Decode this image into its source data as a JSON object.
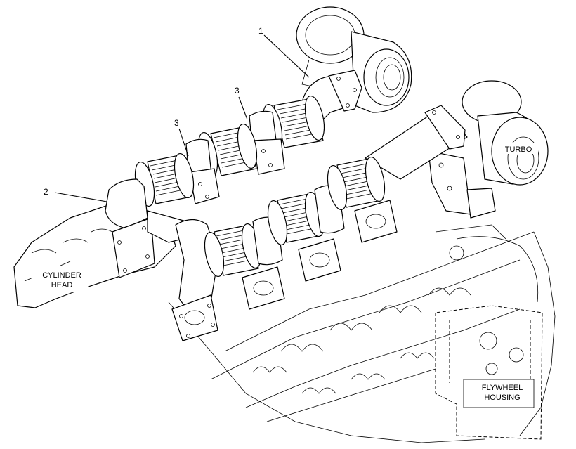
{
  "labels": {
    "callout_1": "1",
    "callout_2": "2",
    "callout_3a": "3",
    "callout_3b": "3",
    "turbo": "TURBO",
    "cylinder_line1": "CYLINDER",
    "cylinder_line2": "HEAD",
    "flywheel_line1": "FLYWHEEL",
    "flywheel_line2": "HOUSING"
  },
  "icons": {
    "bellows": "bellows-icon",
    "turbocharger": "turbocharger-icon",
    "flange": "flange-icon"
  },
  "colors": {
    "line": "#000000",
    "background": "#ffffff"
  }
}
